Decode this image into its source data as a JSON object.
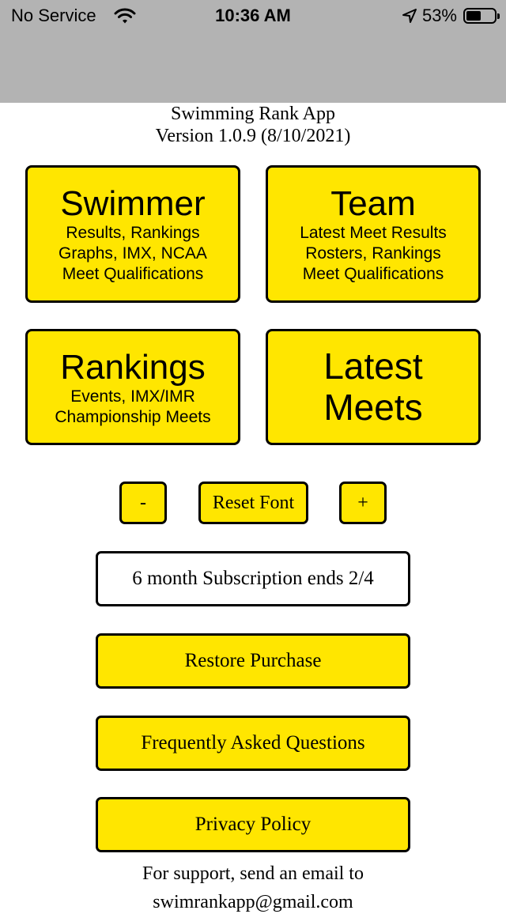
{
  "status_bar": {
    "carrier": "No Service",
    "time": "10:36 AM",
    "battery_percent": "53%",
    "battery_level": 0.53,
    "icons": [
      "wifi-icon",
      "location-arrow-icon",
      "battery-icon"
    ]
  },
  "header": {
    "title": "Swimming Rank App",
    "version": "Version 1.0.9 (8/10/2021)"
  },
  "tiles": {
    "swimmer": {
      "title": "Swimmer",
      "line1": "Results, Rankings",
      "line2": "Graphs, IMX, NCAA",
      "line3": "Meet Qualifications"
    },
    "team": {
      "title": "Team",
      "line1": "Latest Meet Results",
      "line2": "Rosters, Rankings",
      "line3": "Meet Qualifications"
    },
    "rankings": {
      "title": "Rankings",
      "line1": "Events, IMX/IMR",
      "line2": "Championship Meets"
    },
    "latest_meets": {
      "line1": "Latest",
      "line2": "Meets"
    }
  },
  "font_controls": {
    "decrease": "-",
    "reset": "Reset Font",
    "increase": "+"
  },
  "subscription": {
    "label": "6 month Subscription ends 2/4"
  },
  "buttons": {
    "restore": "Restore Purchase",
    "faq": "Frequently Asked Questions",
    "privacy": "Privacy Policy"
  },
  "footer": {
    "support": "For support, send an email to",
    "support_line2": "swimrankapp@gmail.com"
  },
  "colors": {
    "accent": "#ffe600",
    "status_bar_bg": "#b3b3b3"
  }
}
